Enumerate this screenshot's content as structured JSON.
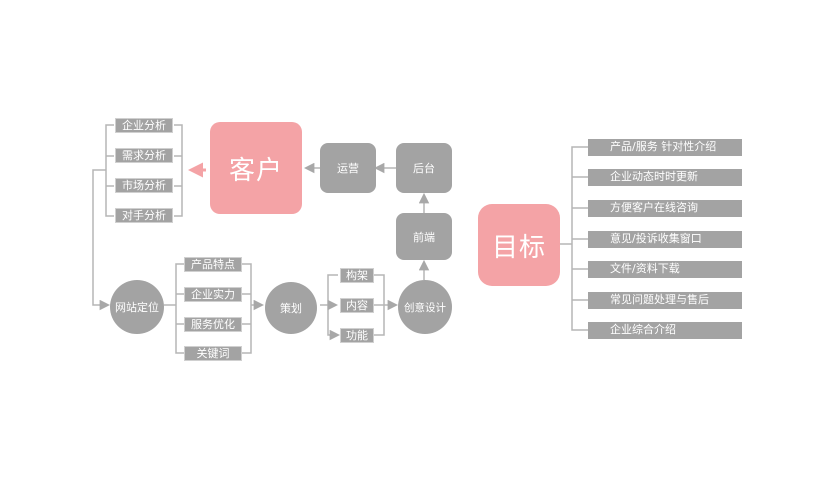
{
  "customer": {
    "label": "客户"
  },
  "goal": {
    "label": "目标"
  },
  "analysis_tags": [
    "企业分析",
    "需求分析",
    "市场分析",
    "对手分析"
  ],
  "flow": {
    "ops": "运营",
    "backend": "后台",
    "frontend": "前端",
    "site": "网站定位",
    "plan": "策划",
    "design": "创意设计"
  },
  "site_tags": [
    "产品特点",
    "企业实力",
    "服务优化",
    "关键词"
  ],
  "plan_tags": [
    "构架",
    "内容",
    "功能"
  ],
  "goal_items": [
    "产品/服务 针对性介绍",
    "企业动态时时更新",
    "方便客户在线咨询",
    "意见/投诉收集窗口",
    "文件/资料下载",
    "常见问题处理与售后",
    "企业综合介绍"
  ],
  "colors": {
    "node": "#a3a3a3",
    "accent": "#f4a3a6",
    "line": "#b5b5b5"
  }
}
